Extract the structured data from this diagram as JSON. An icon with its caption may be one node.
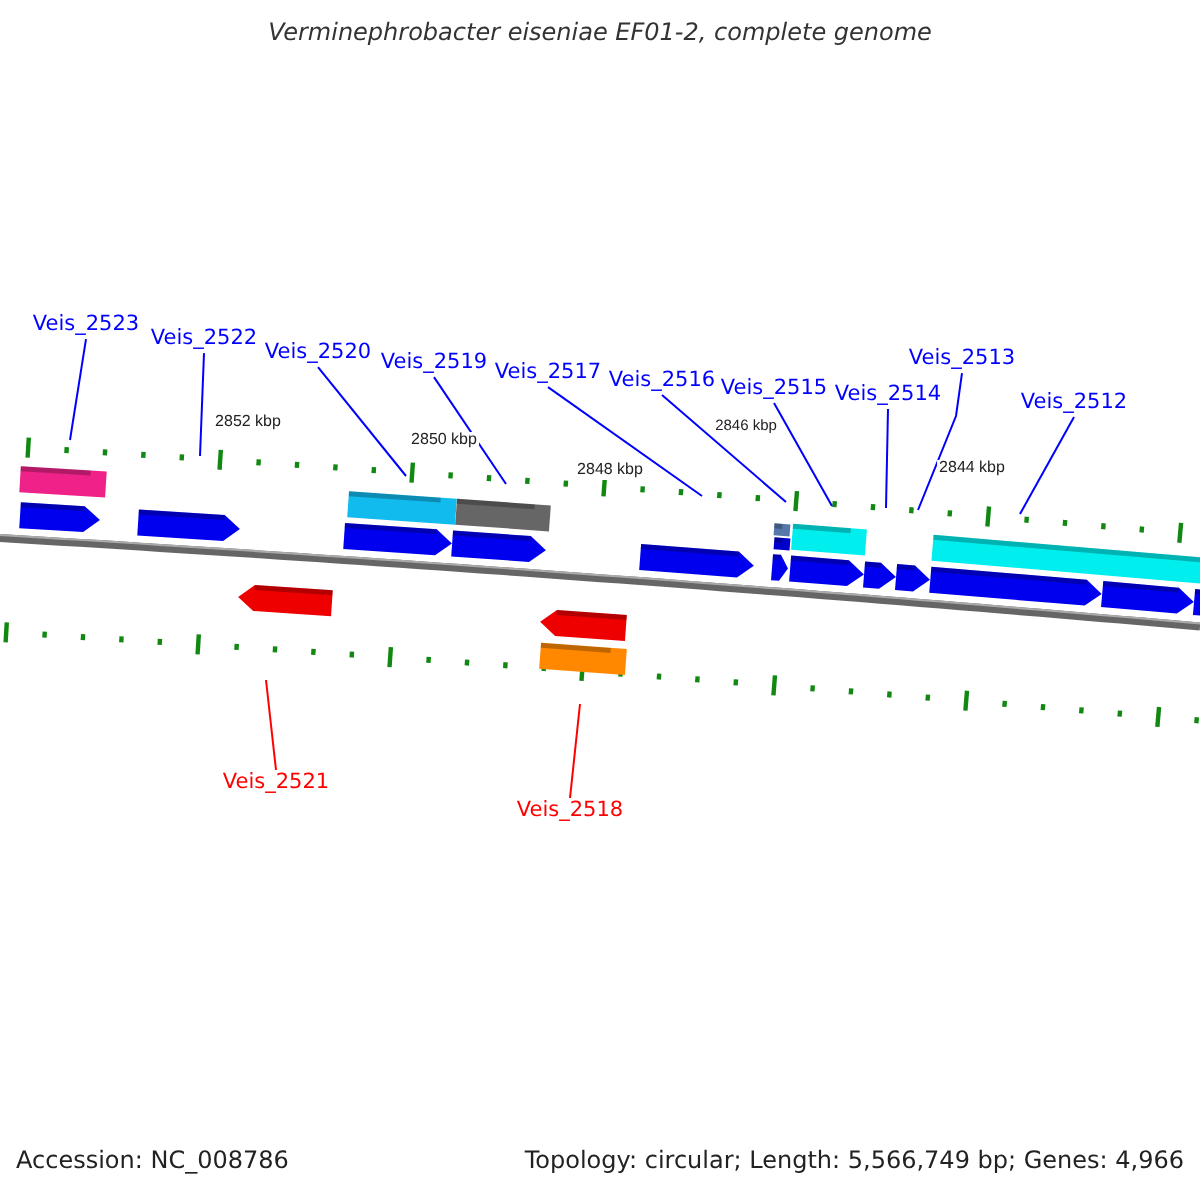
{
  "diagram": {
    "title": "Verminephrobacter eiseniae EF01-2, complete genome",
    "nodes": [
      {
        "text": [
          "Veis_2523"
        ]
      },
      {
        "text": [
          "Veis_2522"
        ]
      },
      {
        "text": [
          "Veis_2520"
        ]
      },
      {
        "text": [
          "Veis_2519"
        ]
      },
      {
        "text": [
          "Veis_2517"
        ]
      },
      {
        "text": [
          "Veis_2516"
        ]
      },
      {
        "text": [
          "Veis_2515"
        ]
      },
      {
        "text": [
          "Veis_2514"
        ]
      },
      {
        "text": [
          "Veis_2513"
        ]
      },
      {
        "text": [
          "Veis_2512"
        ]
      },
      {
        "text": [
          "Veis_2521"
        ]
      },
      {
        "text": [
          "Veis_2518"
        ]
      }
    ],
    "edges": [
      {
        "from": 0,
        "to": null,
        "arrow": "none"
      },
      {
        "from": 1,
        "to": null,
        "arrow": "none"
      },
      {
        "from": 2,
        "to": null,
        "arrow": "none"
      },
      {
        "from": 3,
        "to": null,
        "arrow": "none"
      },
      {
        "from": 4,
        "to": null,
        "arrow": "none"
      },
      {
        "from": 5,
        "to": null,
        "arrow": "none"
      },
      {
        "from": 6,
        "to": null,
        "arrow": "none"
      },
      {
        "from": 7,
        "to": null,
        "arrow": "none"
      },
      {
        "from": 8,
        "to": null,
        "arrow": "none"
      },
      {
        "from": 9,
        "to": null,
        "arrow": "none"
      },
      {
        "from": 10,
        "to": null,
        "arrow": "none",
        "color": "#ff0000"
      },
      {
        "from": 11,
        "to": null,
        "arrow": "none",
        "color": "#ff0000"
      }
    ],
    "labels": [
      "2852 kbp",
      "2850 kbp",
      "2848 kbp",
      "2846 kbp",
      "2844 kbp",
      "Accession: NC_008786",
      "Topology: circular; Length: 5,566,749 bp; Genes: 4,966"
    ]
  }
}
